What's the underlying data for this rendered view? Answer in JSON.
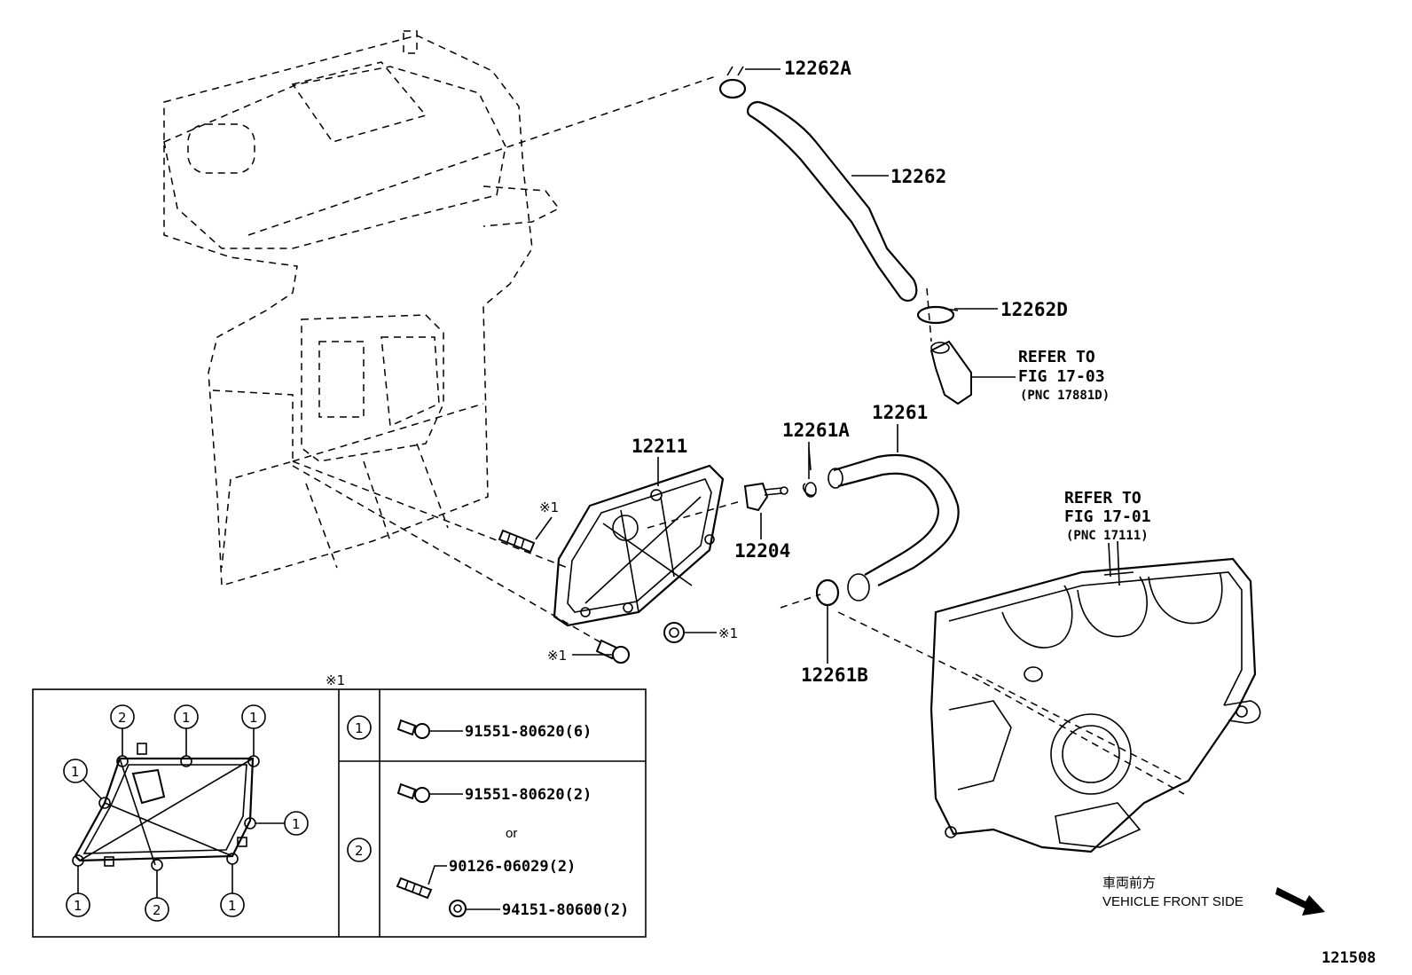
{
  "callouts": {
    "hose_clip_upper_a": "12262A",
    "hose_upper": "12262",
    "hose_clip_upper_d": "12262D",
    "cover": "12211",
    "valve": "12204",
    "hose_clip_lower_a": "12261A",
    "hose_lower": "12261",
    "hose_clip_lower_b": "12261B"
  },
  "references": {
    "upper": {
      "refer": "REFER TO",
      "fig": "FIG 17-03",
      "pnc": "(PNC 17881D)"
    },
    "lower": {
      "refer": "REFER TO",
      "fig": "FIG 17-01",
      "pnc": "(PNC 17111)"
    }
  },
  "fastener_marks": {
    "stud": "※1",
    "bolt": "※1",
    "nut": "※1",
    "table_header": "※1"
  },
  "inset": {
    "detail_circles": [
      "2",
      "1",
      "1",
      "1",
      "1",
      "1",
      "2",
      "1"
    ],
    "rows": [
      {
        "key": "1",
        "parts": [
          "91551-80620(6)"
        ]
      },
      {
        "key": "2",
        "parts": [
          "91551-80620(2)",
          "or",
          "90126-06029(2)",
          "94151-80600(2)"
        ]
      }
    ]
  },
  "footer": {
    "vehicle_front_jp": "車両前方",
    "vehicle_front_en": "VEHICLE FRONT SIDE",
    "illustration_number": "121508"
  }
}
